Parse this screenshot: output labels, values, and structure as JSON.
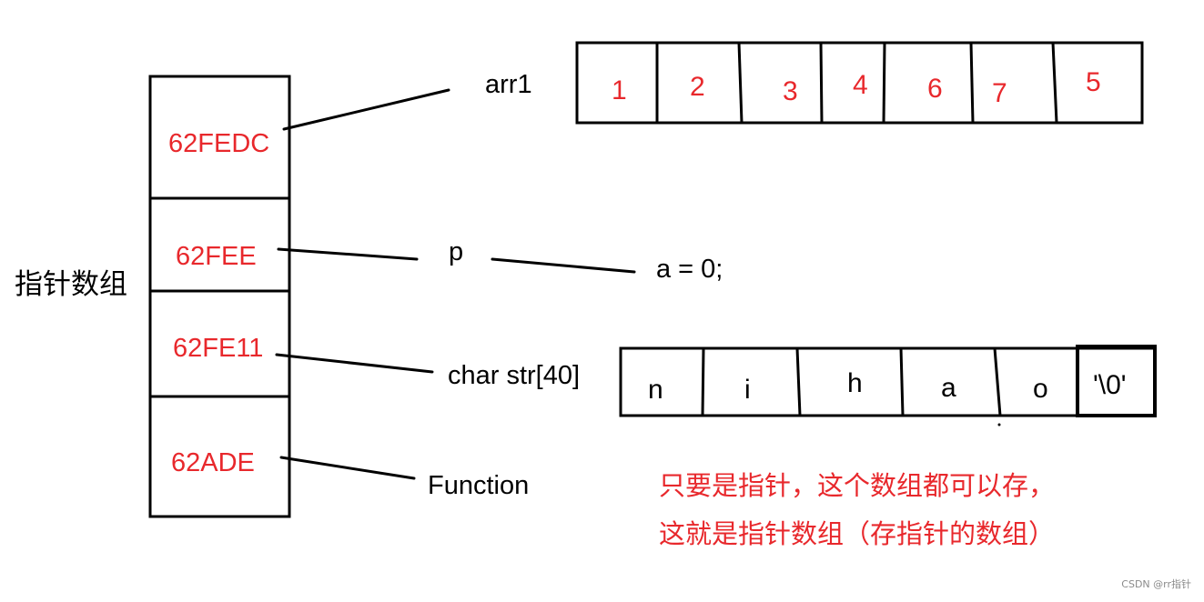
{
  "diagram": {
    "side_label": "指针数组",
    "pointer_array": [
      {
        "address": "62FEDC",
        "target": "arr1"
      },
      {
        "address": "62FEE",
        "target": "p"
      },
      {
        "address": "62FE11",
        "target": "char str[40]"
      },
      {
        "address": "62ADE",
        "target": "Function"
      }
    ],
    "p_value": "a = 0;",
    "arr1_values": [
      "1",
      "2",
      "3",
      "4",
      "6",
      "7",
      "5"
    ],
    "str_values": [
      "n",
      "i",
      "h",
      "a",
      "o",
      "'\\0'"
    ],
    "note_lines": [
      "只要是指针，这个数组都可以存，",
      "这就是指针数组（存指针的数组）"
    ],
    "colors": {
      "address": "#e8282c",
      "note": "#e8282c",
      "stroke": "#000000"
    }
  },
  "watermark": "CSDN @rr指针"
}
